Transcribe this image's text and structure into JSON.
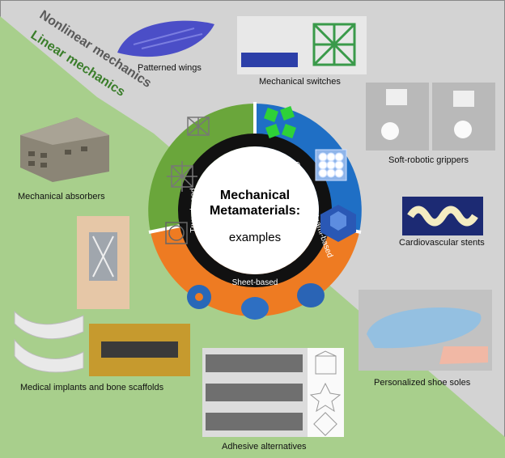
{
  "regions": {
    "nonlinear_label": "Nonlinear mechanics",
    "linear_label": "Linear mechanics",
    "colors": {
      "nonlinear_bg": "#d0d0d0",
      "linear_bg": "#a9d08e"
    }
  },
  "hub": {
    "title_line1": "Mechanical",
    "title_line2": "Metamaterials:",
    "subtitle": "examples",
    "sectors": [
      {
        "label": "Truss-based",
        "color": "#6aa63b"
      },
      {
        "label": "Origami- and kirigami-based",
        "color": "#1f6fc5"
      },
      {
        "label": "Sheet-based",
        "color": "#ee7b22"
      }
    ],
    "ring_color": "#111111"
  },
  "applications": [
    {
      "label": "Patterned wings"
    },
    {
      "label": "Mechanical switches"
    },
    {
      "label": "Soft-robotic grippers"
    },
    {
      "label": "Mechanical absorbers"
    },
    {
      "label": "Cardiovascular stents"
    },
    {
      "label": "Personalized shoe soles"
    },
    {
      "label": "Medical implants and bone scaffolds"
    },
    {
      "label": "Adhesive alternatives"
    }
  ]
}
